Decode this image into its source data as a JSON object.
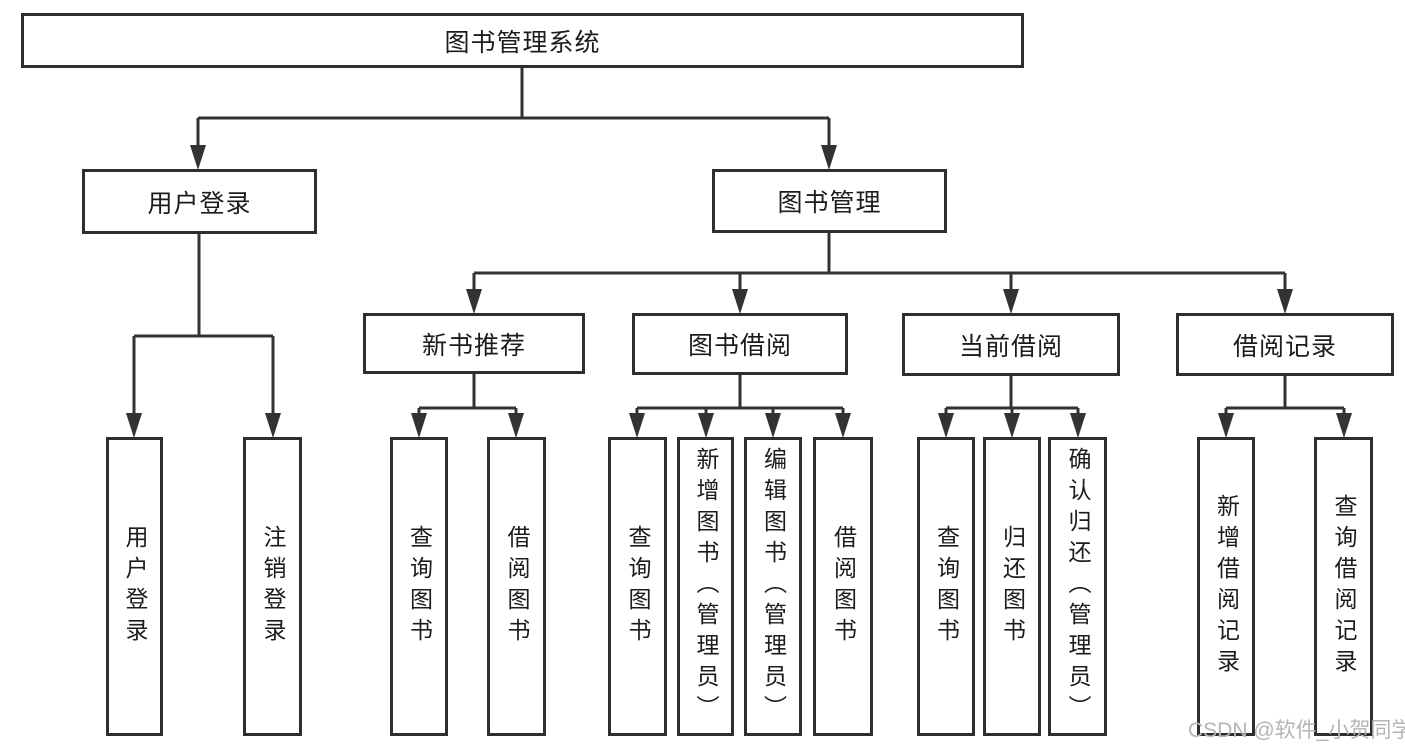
{
  "diagram": {
    "title": "图书管理系统",
    "nodes": {
      "root": "图书管理系统",
      "user_login": "用户登录",
      "book_management": "图书管理",
      "new_book_recommend": "新书推荐",
      "book_borrow": "图书借阅",
      "current_borrow": "当前借阅",
      "borrow_record": "借阅记录",
      "ul_user_login": "用户登录",
      "ul_logout": "注销登录",
      "nb_query_book": "查询图书",
      "nb_borrow_book": "借阅图书",
      "bb_query_book": "查询图书",
      "bb_add_book": "新增图书（管理员）",
      "bb_edit_book": "编辑图书（管理员）",
      "bb_borrow_book": "借阅图书",
      "cb_query_book": "查询图书",
      "cb_return_book": "归还图书",
      "cb_confirm_return": "确认归还（管理员）",
      "br_add_record": "新增借阅记录",
      "br_query_record": "查询借阅记录"
    },
    "edges": [
      [
        "root",
        "user_login"
      ],
      [
        "root",
        "book_management"
      ],
      [
        "user_login",
        "ul_user_login"
      ],
      [
        "user_login",
        "ul_logout"
      ],
      [
        "book_management",
        "new_book_recommend"
      ],
      [
        "book_management",
        "book_borrow"
      ],
      [
        "book_management",
        "current_borrow"
      ],
      [
        "book_management",
        "borrow_record"
      ],
      [
        "new_book_recommend",
        "nb_query_book"
      ],
      [
        "new_book_recommend",
        "nb_borrow_book"
      ],
      [
        "book_borrow",
        "bb_query_book"
      ],
      [
        "book_borrow",
        "bb_add_book"
      ],
      [
        "book_borrow",
        "bb_edit_book"
      ],
      [
        "book_borrow",
        "bb_borrow_book"
      ],
      [
        "current_borrow",
        "cb_query_book"
      ],
      [
        "current_borrow",
        "cb_return_book"
      ],
      [
        "current_borrow",
        "cb_confirm_return"
      ],
      [
        "borrow_record",
        "br_add_record"
      ],
      [
        "borrow_record",
        "br_query_record"
      ]
    ],
    "colors": {
      "line": "#333333",
      "box_border": "#2e2e2e",
      "text": "#1c1c1c",
      "background": "#ffffff",
      "watermark": "#b5b5b5"
    }
  },
  "watermark": {
    "text": "CSDN @软件_小贺同学"
  }
}
